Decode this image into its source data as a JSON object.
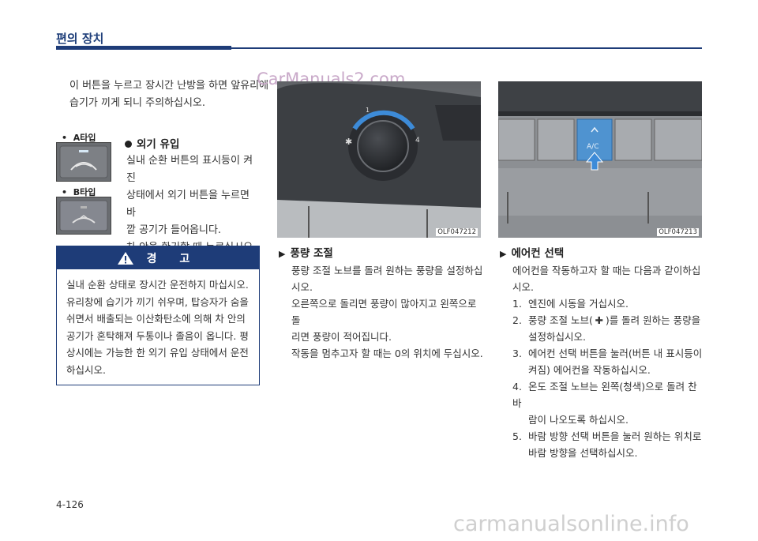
{
  "header": {
    "title": "편의 장치"
  },
  "intro": {
    "line1": "이 버튼을 누르고 장시간 난방을 하면 앞유리에",
    "line2": "습기가 끼게 되니 주의하십시오."
  },
  "types": {
    "a": "A타입",
    "b": "B타입"
  },
  "outside_air": {
    "heading": "외기 유입",
    "lines": [
      "실내 순환 버튼의 표시등이 켜진",
      "상태에서 외기 버튼을 누르면 바",
      "깥 공기가 들어옵니다.",
      "차 안을 환기할 때 누르십시오."
    ]
  },
  "warning": {
    "title": "경 고",
    "lines": [
      "실내 순환 상태로 장시간 운전하지 마십시오.",
      "유리창에 습기가 끼기 쉬우며, 탑승자가 숨을",
      "쉬면서 배출되는 이산화탄소에 의해 차 안의",
      "공기가 혼탁해져 두통이나 졸음이 옵니다. 평",
      "상시에는 가능한 한 외기 유입 상태에서 운전",
      "하십시오."
    ]
  },
  "fan": {
    "caption": "OLF047212",
    "heading": "풍량 조절",
    "lines": [
      "풍량 조절 노브를 돌려 원하는 풍량을 설정하십",
      "시오.",
      "오른쪽으로 돌리면 풍량이 많아지고 왼쪽으로 돌",
      "리면 풍량이 적어집니다.",
      "작동을 멈추고자 할 때는 0의 위치에 두십시오."
    ],
    "knob_label_left": "1",
    "knob_label_right": "4"
  },
  "ac": {
    "caption": "OLF047213",
    "heading": "에어컨 선택",
    "button_label": "A/C",
    "intro": "에어컨을 작동하고자 할 때는 다음과 같이하십시오.",
    "items": [
      {
        "num": "1.",
        "lines": [
          "엔진에 시동을 거십시오."
        ]
      },
      {
        "num": "2.",
        "lines": [
          "풍량 조절 노브(",
          ")를 돌려 원하는 풍량을",
          "설정하십시오."
        ]
      },
      {
        "num": "3.",
        "lines": [
          "에어컨 선택 버튼을 눌러(버튼 내 표시등이",
          "켜짐) 에어컨을 작동하십시오."
        ]
      },
      {
        "num": "4.",
        "lines": [
          "온도 조절 노브는 왼쪽(청색)으로 돌려 찬 바",
          "람이 나오도록 하십시오."
        ]
      },
      {
        "num": "5.",
        "lines": [
          "바람 방향 선택 버튼을 눌러 원하는 위치로",
          "바람 방향을 선택하십시오."
        ]
      }
    ]
  },
  "page_number": "4-126",
  "watermarks": {
    "top": "CarManuals2.com",
    "bottom": "carmanualsonline.info"
  }
}
